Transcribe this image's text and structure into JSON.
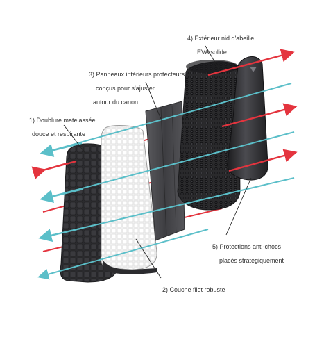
{
  "labels": [
    {
      "id": "1",
      "line1": "1) Doublure matelassée",
      "line2": "douce et respirante"
    },
    {
      "id": "2",
      "line1": "2) Couche filet robuste",
      "line2": ""
    },
    {
      "id": "3",
      "line1": "3) Panneaux intérieurs protecteurs",
      "line2": "conçus pour s'ajuster",
      "line3": "autour du canon"
    },
    {
      "id": "4",
      "line1": "4) Extérieur nid d'abeille",
      "line2": "EVA solide"
    },
    {
      "id": "5",
      "line1": "5) Protections anti-chocs",
      "line2": "placés stratégiquement"
    }
  ],
  "colors": {
    "warm_arrow": "#e4343e",
    "cool_arrow": "#5bbfc9",
    "leader_line": "#222222",
    "quilted_layer": "#2b2b2e",
    "mesh_layer": "#f2f2f2",
    "inner_panel": "#4a4a4d",
    "honeycomb_layer": "#2a2a2c",
    "shock_pad": "#262628"
  },
  "icons": {
    "warm_arrow": "red-arrow-icon",
    "cool_arrow": "blue-arrow-icon"
  }
}
